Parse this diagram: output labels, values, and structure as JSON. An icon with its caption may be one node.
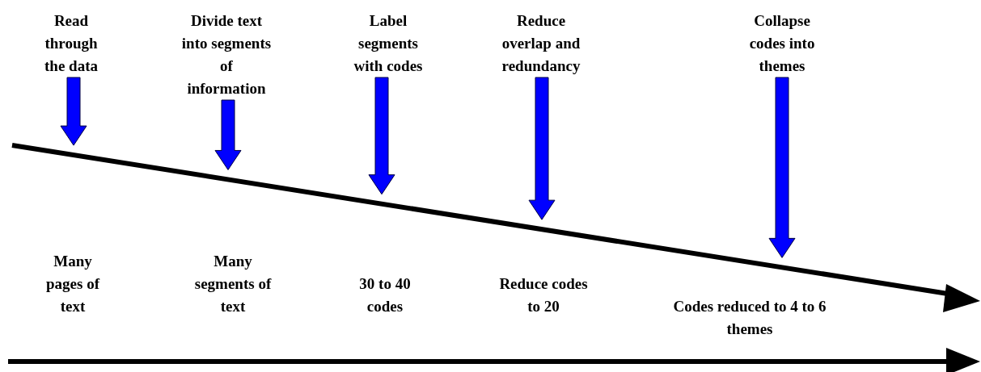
{
  "diagram": {
    "nodes": [
      {
        "text": [
          "Read through the data"
        ]
      },
      {
        "text": [
          "Divide text into segments of information"
        ]
      },
      {
        "text": [
          "Label segments with codes"
        ]
      },
      {
        "text": [
          "Reduce overlap and redundancy"
        ]
      },
      {
        "text": [
          "Collapse codes into themes"
        ]
      }
    ],
    "edges": [
      {
        "from": 0,
        "to": null,
        "arrow": "to"
      },
      {
        "from": 1,
        "to": null,
        "arrow": "to"
      },
      {
        "from": 2,
        "to": null,
        "arrow": "to"
      },
      {
        "from": 3,
        "to": null,
        "arrow": "to"
      },
      {
        "from": 4,
        "to": null,
        "arrow": "to"
      }
    ],
    "labels": [
      "Many pages of text",
      "Many segments of text",
      "30 to 40 codes",
      "Reduce codes to 20",
      "Codes reduced to 4 to 6 themes"
    ]
  }
}
